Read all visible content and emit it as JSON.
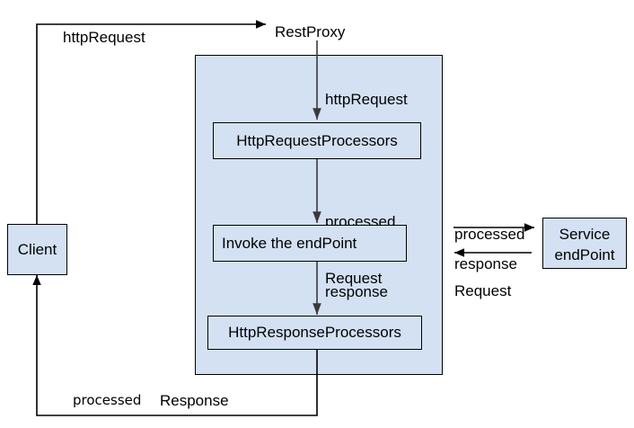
{
  "diagram": {
    "title_node": "RestProxy",
    "nodes": {
      "client": "Client",
      "http_request_processors": "HttpRequestProcessors",
      "invoke_endpoint": "Invoke the endPoint",
      "http_response_processors": "HttpResponseProcessors",
      "service_endpoint_line1": "Service",
      "service_endpoint_line2": "endPoint"
    },
    "edge_labels": {
      "client_to_proxy": "httpRequest",
      "proxy_to_request_processors": "httpRequest",
      "request_processors_to_invoke_line1": "processed",
      "request_processors_to_invoke_line2": "Request",
      "invoke_to_response_processors": "response",
      "proxy_to_service_line1": "processed",
      "proxy_to_service_line2": "Request",
      "service_to_proxy": "response",
      "proxy_to_client_part1": "processed",
      "proxy_to_client_part2": "Response"
    },
    "colors": {
      "node_fill": "#d3e1f3",
      "stroke": "#000000",
      "background": "#ffffff"
    }
  }
}
